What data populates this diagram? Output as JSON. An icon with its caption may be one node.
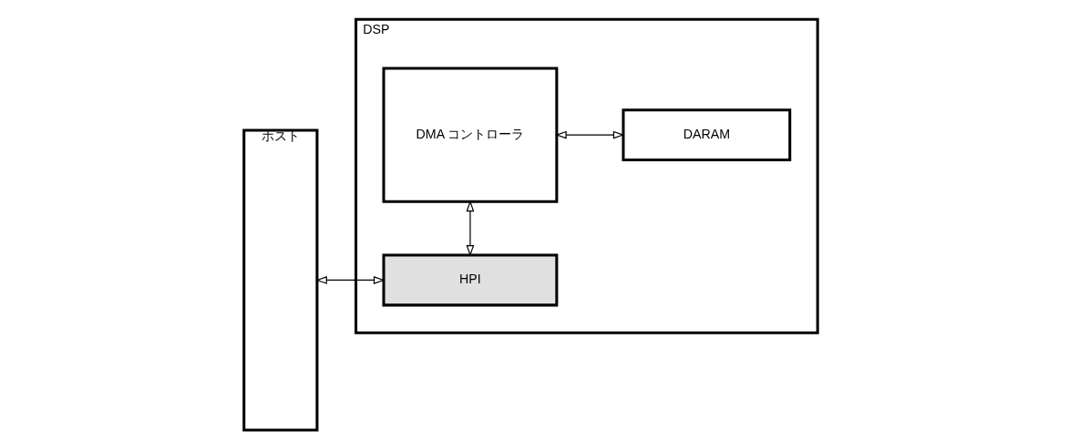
{
  "diagram": {
    "nodes": [
      {
        "text": [
          "ホスト"
        ]
      },
      {
        "text": [
          "DSP"
        ]
      },
      {
        "text": [
          "HPI"
        ],
        "in": 1
      },
      {
        "text": [
          "DMA コントローラ"
        ],
        "in": 1
      },
      {
        "text": [
          "DARAM"
        ],
        "in": 1
      }
    ],
    "edges": [
      {
        "from": 0,
        "to": 2,
        "arrow": "both"
      },
      {
        "from": 2,
        "to": 3,
        "arrow": "both"
      },
      {
        "from": 3,
        "to": 4,
        "arrow": "both"
      }
    ]
  }
}
